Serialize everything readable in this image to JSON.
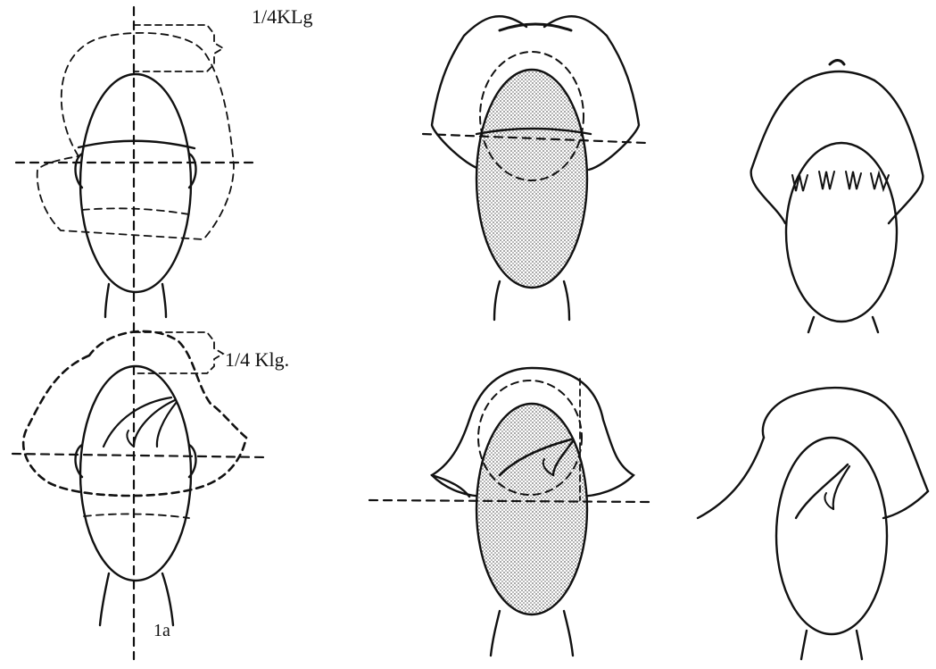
{
  "diagram": {
    "label_top_proportion": "1/4KLg",
    "label_bottom_proportion": "1/4 Klg.",
    "figure_label": "1a"
  },
  "colors": {
    "ink": "#111111",
    "shade": "#bdbdbd",
    "background": "#ffffff"
  }
}
